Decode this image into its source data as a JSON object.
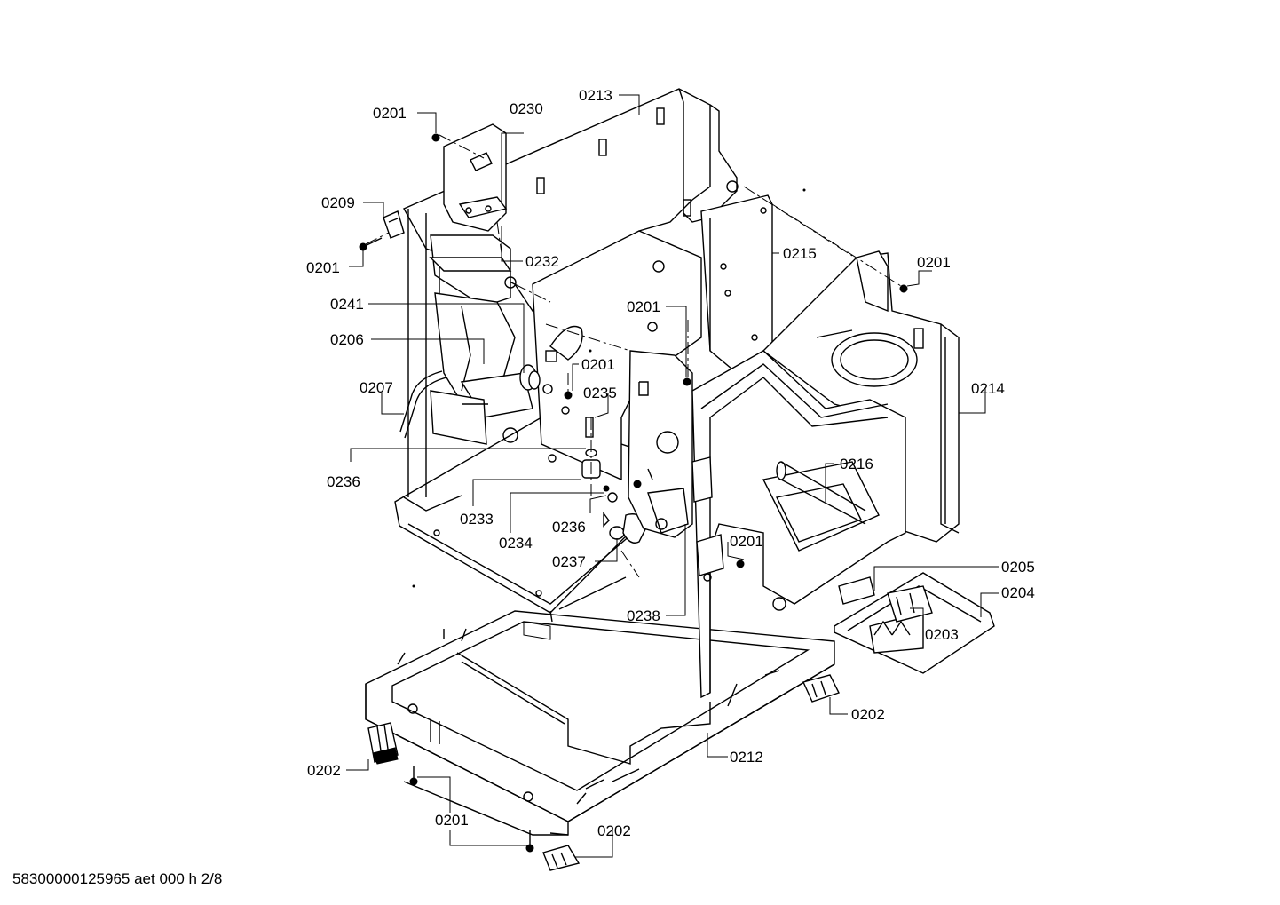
{
  "labels": {
    "l0201_a": "0201",
    "l0230": "0230",
    "l0213": "0213",
    "l0209": "0209",
    "l0201_b": "0201",
    "l0232": "0232",
    "l0215": "0215",
    "l0201_c": "0201",
    "l0241": "0241",
    "l0201_d": "0201",
    "l0206": "0206",
    "l0201_e": "0201",
    "l0207": "0207",
    "l0235": "0235",
    "l0214": "0214",
    "l0236_a": "0236",
    "l0216": "0216",
    "l0233": "0233",
    "l0236_b": "0236",
    "l0234": "0234",
    "l0201_f": "0201",
    "l0237": "0237",
    "l0205": "0205",
    "l0204": "0204",
    "l0238": "0238",
    "l0203": "0203",
    "l0202_a": "0202",
    "l0212": "0212",
    "l0202_b": "0202",
    "l0201_g": "0201",
    "l0202_c": "0202"
  },
  "footer": {
    "text": "58300000125965 aet 000 h 2/8"
  }
}
